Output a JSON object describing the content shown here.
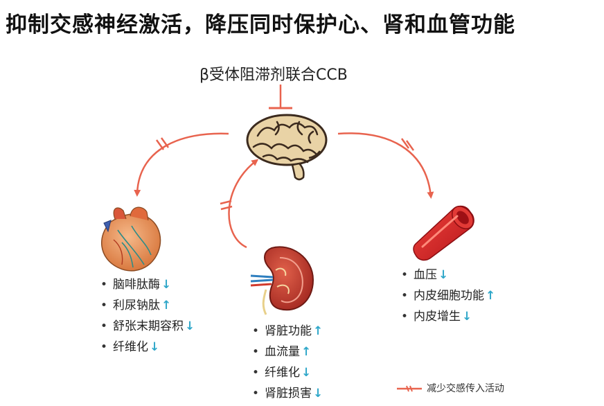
{
  "title": "抑制交感神经激活，降压同时保护心、肾和血管功能",
  "drug_label": "β受体阻滞剂联合CCB",
  "colors": {
    "pathway": "#e8634e",
    "arrow_up_down": "#2fa7c9",
    "heart": "#e88a5a",
    "kidney": "#c0392b",
    "vessel": "#d9262c"
  },
  "heart_effects": [
    {
      "label": "脑啡肽酶",
      "trend": "↓"
    },
    {
      "label": "利尿钠肽",
      "trend": "↑"
    },
    {
      "label": "舒张末期容积",
      "trend": "↓"
    },
    {
      "label": "纤维化",
      "trend": "↓"
    }
  ],
  "kidney_effects": [
    {
      "label": "肾脏功能",
      "trend": "↑"
    },
    {
      "label": "血流量",
      "trend": "↑"
    },
    {
      "label": "纤维化",
      "trend": "↓"
    },
    {
      "label": "肾脏损害",
      "trend": "↓"
    }
  ],
  "vessel_effects": [
    {
      "label": "血压",
      "trend": "↓"
    },
    {
      "label": "内皮细胞功能",
      "trend": "↑"
    },
    {
      "label": "内皮增生",
      "trend": "↓"
    }
  ],
  "legend": {
    "label": "减少交感传入活动"
  }
}
